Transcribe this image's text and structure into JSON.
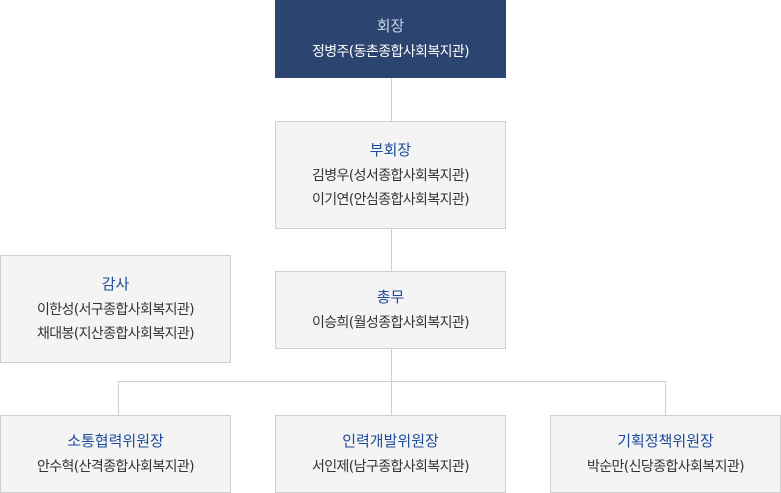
{
  "nodes": {
    "chairman": {
      "title": "회장",
      "members": [
        "정병주(동촌종합사회복지관)"
      ]
    },
    "vice_chairman": {
      "title": "부회장",
      "members": [
        "김병우(성서종합사회복지관)",
        "이기연(안심종합사회복지관)"
      ]
    },
    "auditor": {
      "title": "감사",
      "members": [
        "이한성(서구종합사회복지관)",
        "채대봉(지산종합사회복지관)"
      ]
    },
    "general_affairs": {
      "title": "총무",
      "members": [
        "이승희(월성종합사회복지관)"
      ]
    },
    "communication": {
      "title": "소통협력위원장",
      "members": [
        "안수혁(산격종합사회복지관)"
      ]
    },
    "hr_development": {
      "title": "인력개발위원장",
      "members": [
        "서인제(남구종합사회복지관)"
      ]
    },
    "planning_policy": {
      "title": "기획정책위원장",
      "members": [
        "박순만(신당종합사회복지관)"
      ]
    }
  },
  "colors": {
    "chairman_bg": "#2c4470",
    "title_text": "#1d4a9a",
    "box_bg": "#f4f4f4"
  }
}
